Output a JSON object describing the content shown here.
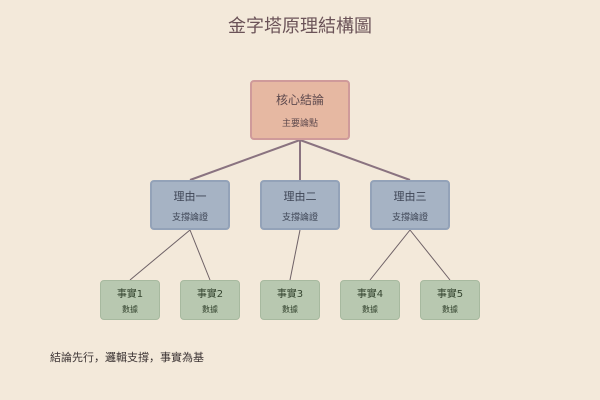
{
  "title": "金字塔原理結構圖",
  "root": {
    "title": "核心結論",
    "subtitle": "主要論點"
  },
  "reasons": [
    {
      "title": "理由一",
      "subtitle": "支撐論證"
    },
    {
      "title": "理由二",
      "subtitle": "支撐論證"
    },
    {
      "title": "理由三",
      "subtitle": "支撐論證"
    }
  ],
  "facts": [
    {
      "title": "事實1",
      "subtitle": "數據"
    },
    {
      "title": "事實2",
      "subtitle": "數據"
    },
    {
      "title": "事實3",
      "subtitle": "數據"
    },
    {
      "title": "事實4",
      "subtitle": "數據"
    },
    {
      "title": "事實5",
      "subtitle": "數據"
    }
  ],
  "footer": "結論先行，邏輯支撐，事實為基",
  "colors": {
    "background": "#f3e9da",
    "root": "#e6b8a2",
    "reason": "#a6b3c4",
    "fact": "#b8c8b0",
    "connector": "#8a7380"
  }
}
